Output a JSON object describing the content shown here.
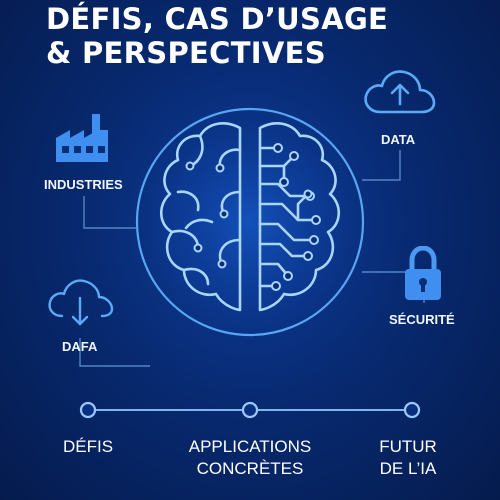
{
  "title": {
    "line1": "DÉFIS, CAS D’USAGE",
    "line2": "& PERSPECTIVES"
  },
  "nodes": {
    "industries": "INDUSTRIES",
    "data_top": "DATA",
    "data_bottom": "DAFA",
    "security": "SÉCURITÉ"
  },
  "timeline": {
    "items": [
      {
        "line1": "DÉFIS",
        "line2": ""
      },
      {
        "line1": "APPLICATIONS",
        "line2": "CONCRÈTES"
      },
      {
        "line1": "FUTUR",
        "line2": "DE L’IA"
      }
    ]
  },
  "icons": {
    "industries": "factory-icon",
    "data_top": "cloud-upload-icon",
    "data_bottom": "cloud-download-icon",
    "security": "padlock-icon",
    "center": "brain-circuit-icon"
  },
  "colors": {
    "background": "#082a72",
    "accent": "#4aa8ff",
    "line": "#6fa3e0",
    "text": "#ffffff"
  }
}
